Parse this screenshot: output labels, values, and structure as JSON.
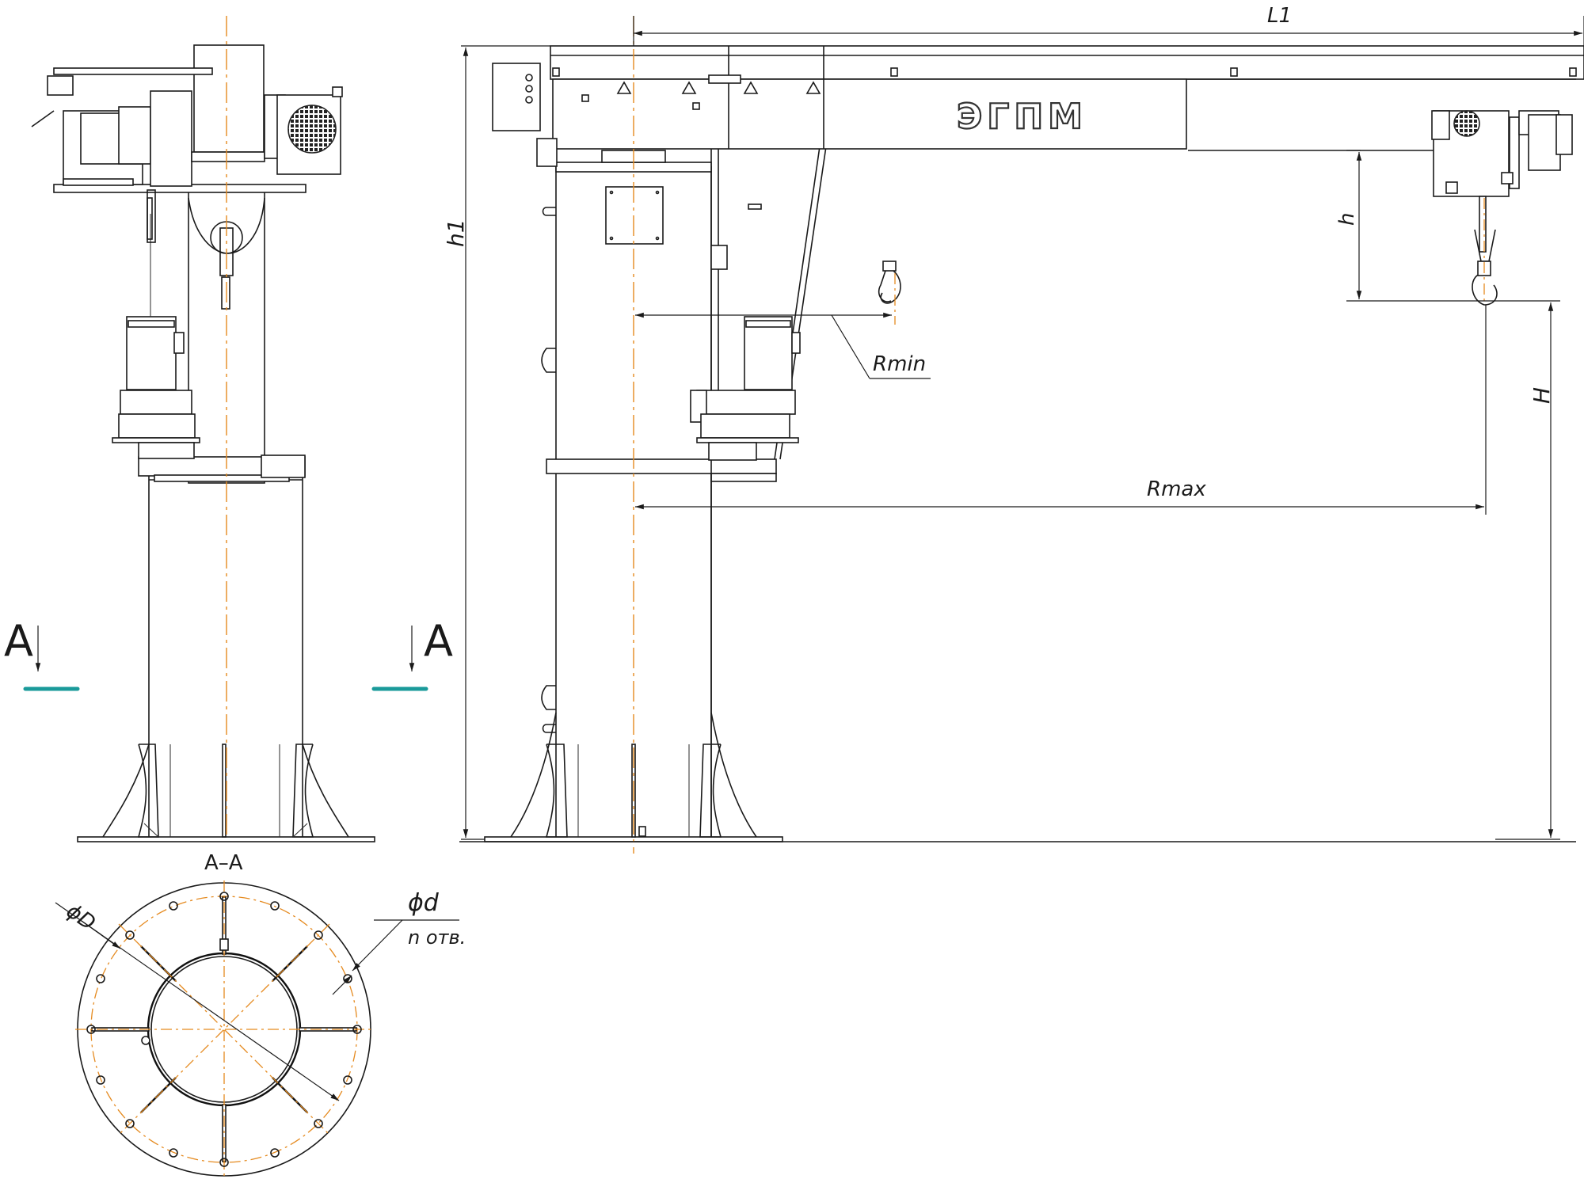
{
  "drawing": {
    "brand_logo": "ЭГПМ",
    "section_view_title": "A–A",
    "section_marker_left": "A",
    "section_marker_right": "A",
    "dimensions": {
      "L1": "L1",
      "h1": "h1",
      "h": "h",
      "H": "H",
      "Rmin": "Rmin",
      "Rmax": "Rmax",
      "D": "ϕD",
      "d": "ϕd",
      "holes": "n отв."
    },
    "colors": {
      "axis_line": "#e58a1f",
      "section_mark": "#1a9a9a",
      "lines": "#1a1a1a"
    }
  }
}
